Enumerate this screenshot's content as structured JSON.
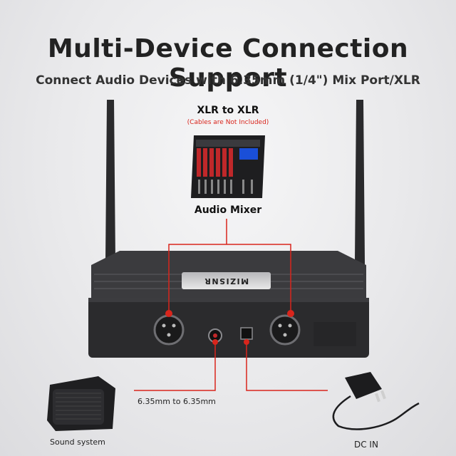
{
  "header": {
    "title": "Multi-Device Connection Support",
    "subtitle": "Connect Audio Devices with 6.35mm (1/4\") Mix Port/XLR"
  },
  "mixer": {
    "connection_label": "XLR to XLR",
    "note": "(Cables are Not Included)",
    "label": "Audio Mixer"
  },
  "receiver": {
    "brand": "MIZISNR"
  },
  "captions": {
    "jack": "6.35mm to 6.35mm",
    "sound_system": "Sound system",
    "dc_in": "DC  IN"
  },
  "colors": {
    "accent": "#d9251c",
    "device_body": "#2b2b2d"
  }
}
